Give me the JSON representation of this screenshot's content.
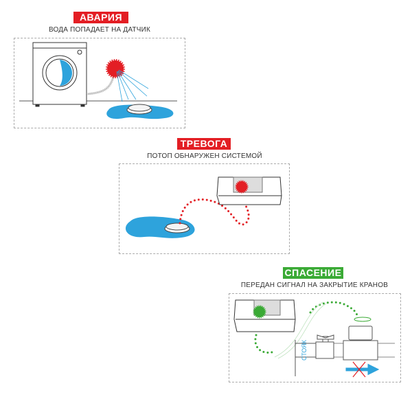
{
  "panels": [
    {
      "badge": "АВАРИЯ",
      "subtitle": "ВОДА ПОПАДАЕТ НА ДАТЧИК",
      "badge_color": "#e31e24"
    },
    {
      "badge": "ТРЕВОГА",
      "subtitle": "ПОТОП ОБНАРУЖЕН СИСТЕМОЙ",
      "badge_color": "#e31e24"
    },
    {
      "badge": "СПАСЕНИЕ",
      "subtitle": "ПЕРЕДАН СИГНАЛ НА ЗАКРЫТИЕ КРАНОВ",
      "badge_color": "#3aaa35",
      "riser_label": "СТОЯК"
    }
  ],
  "colors": {
    "water": "#2ea3dc",
    "alarm": "#e31e24",
    "ok": "#3aaa35"
  }
}
